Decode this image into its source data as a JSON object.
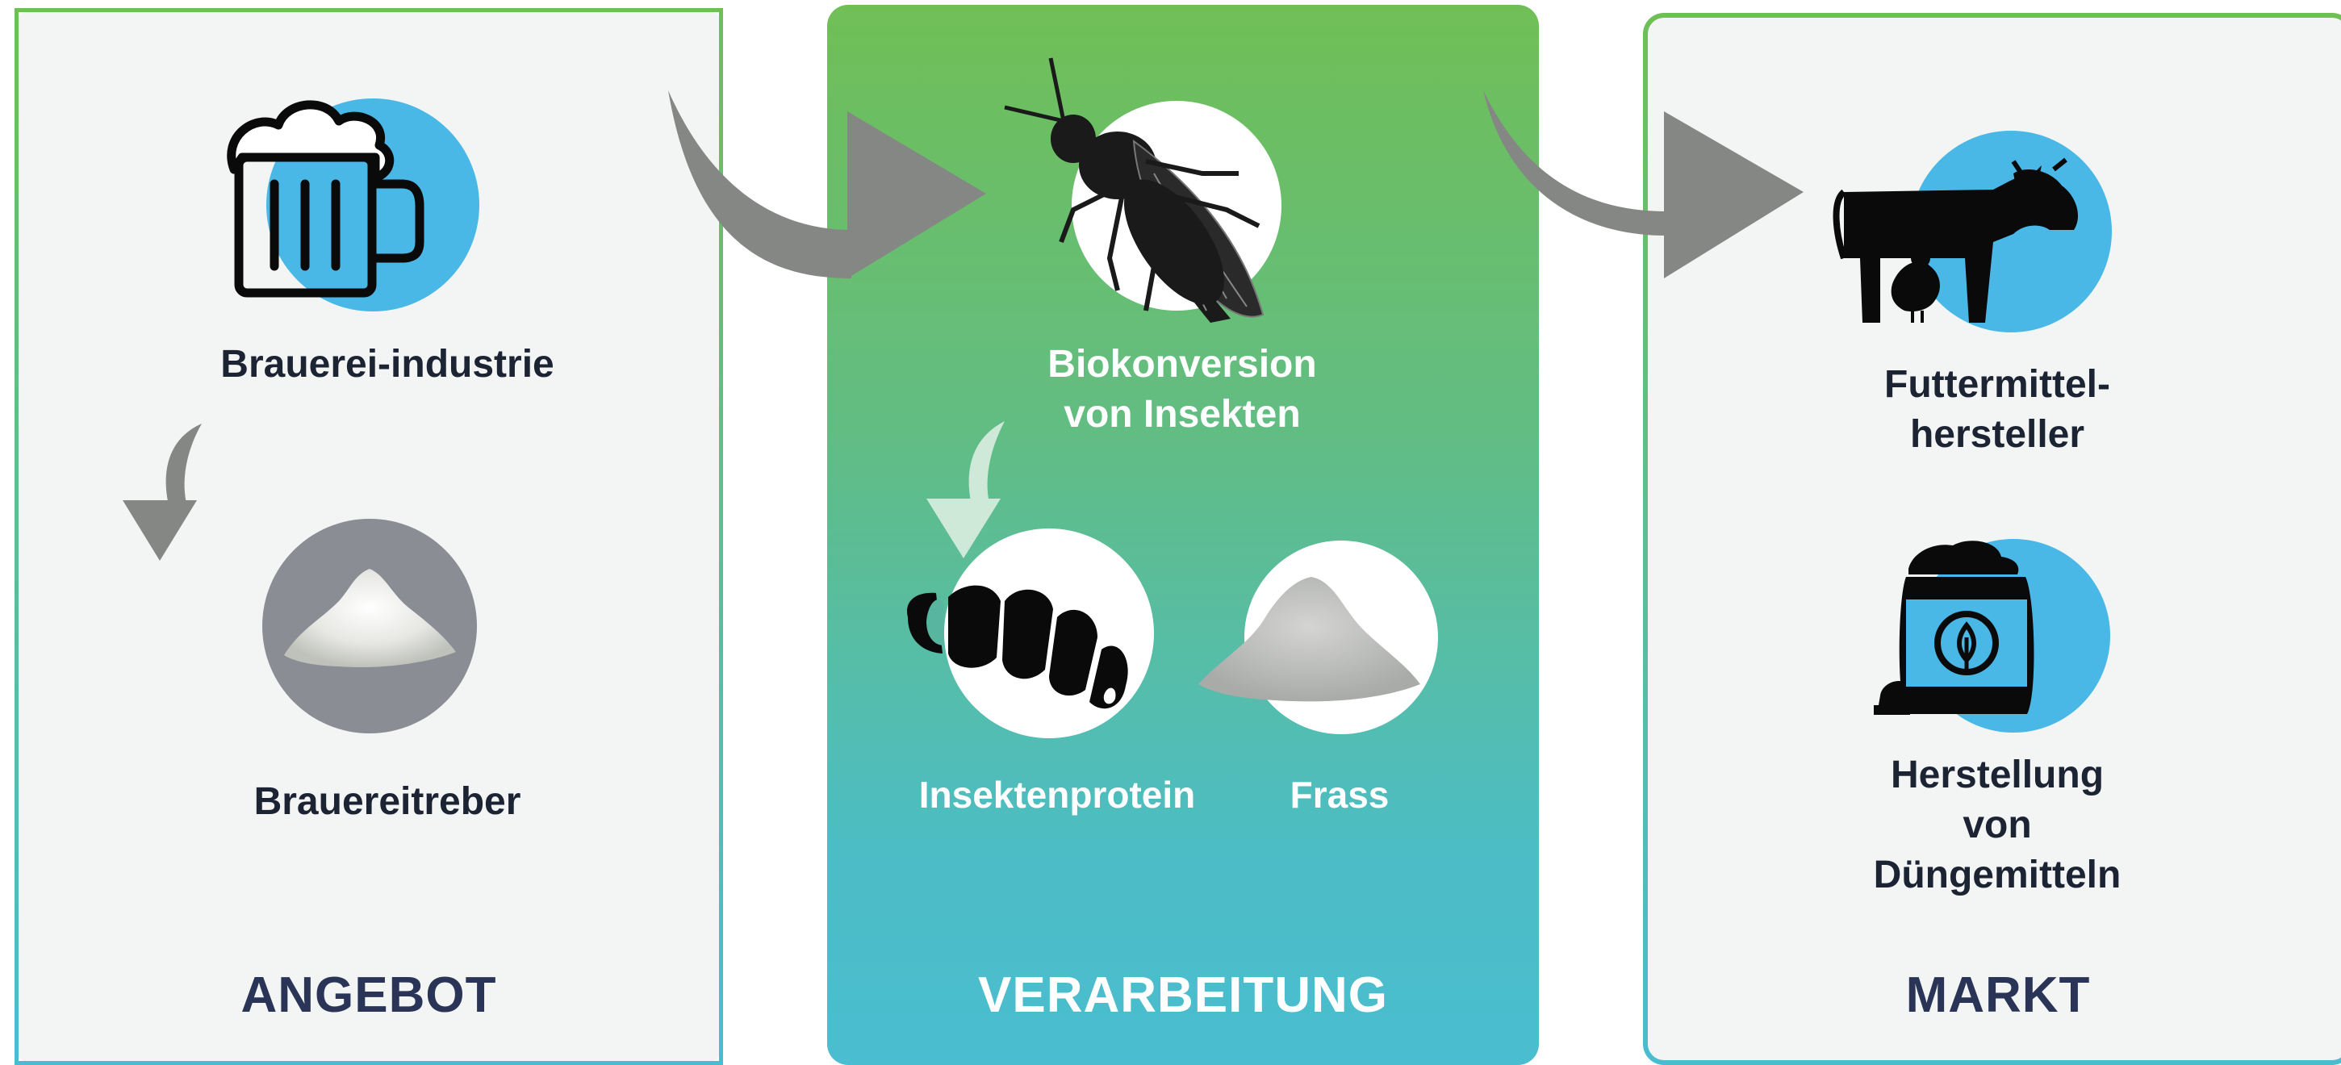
{
  "colors": {
    "panel_bg": "#f3f5f4",
    "gradient_top": "#70bf56",
    "gradient_bottom": "#4abdd0",
    "accent_blue": "#49b8e6",
    "arrow_gray": "#858785",
    "dark_text": "#1c2434",
    "title_text": "#2a3457"
  },
  "angebot": {
    "title": "ANGEBOT",
    "item1_label": "Brauerei-industrie",
    "item1_icon": "beer-mug-icon",
    "item2_label": "Brauereitreber",
    "item2_icon": "grain-pile-icon"
  },
  "verarbeitung": {
    "title": "VERARBEITUNG",
    "item1_label": "Biokonversion\nvon Insekten",
    "item1_icon": "fly-icon",
    "item2_label": "Insektenprotein",
    "item2_icon": "larva-icon",
    "item3_label": "Frass",
    "item3_icon": "powder-pile-icon"
  },
  "markt": {
    "title": "MARKT",
    "item1_label": "Futtermittel-\nhersteller",
    "item1_icon": "livestock-icon",
    "item2_label": "Herstellung\nvon\nDüngemitteln",
    "item2_icon": "fertilizer-bag-icon"
  }
}
